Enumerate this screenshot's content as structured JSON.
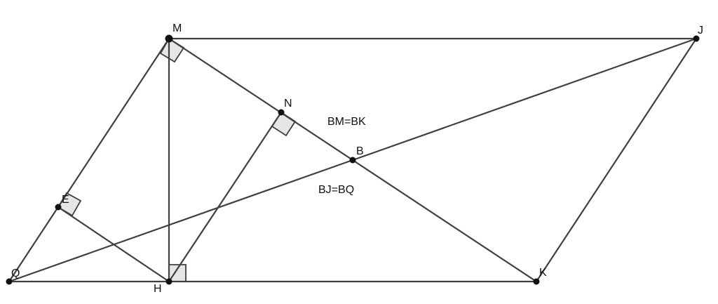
{
  "points": {
    "M": "M",
    "J": "J",
    "N": "N",
    "B": "B",
    "E": "E",
    "Q": "Q",
    "H": "H",
    "K": "K"
  },
  "annotations": {
    "bm_bk": "BM=BK",
    "bj_bq": "BJ=BQ"
  }
}
